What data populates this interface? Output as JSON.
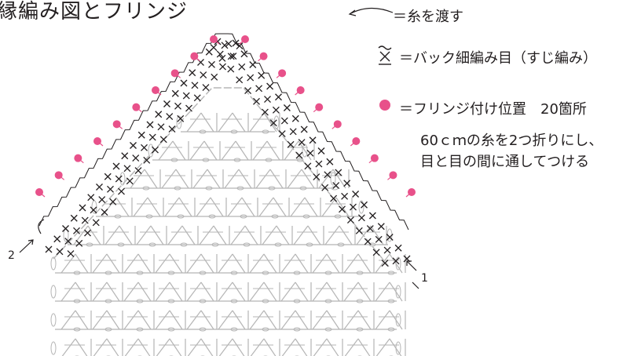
{
  "title": "縁編み図とフリンジ",
  "legend": {
    "yarn_pass": "＝糸を渡す",
    "back_sc": "＝バック細編み目（すじ編み）",
    "fringe": "＝フリンジ付け位置　20箇所",
    "note_line1": "60ｃｍの糸を2つ折りにし、",
    "note_line2": "目と目の間に通してつける"
  },
  "start_labels": {
    "left": "2",
    "right": "1"
  },
  "colors": {
    "fringe_dot": "#e8518a",
    "ink": "#231f20",
    "body_chart": "#b5b5b5"
  },
  "fringe_count": 20
}
